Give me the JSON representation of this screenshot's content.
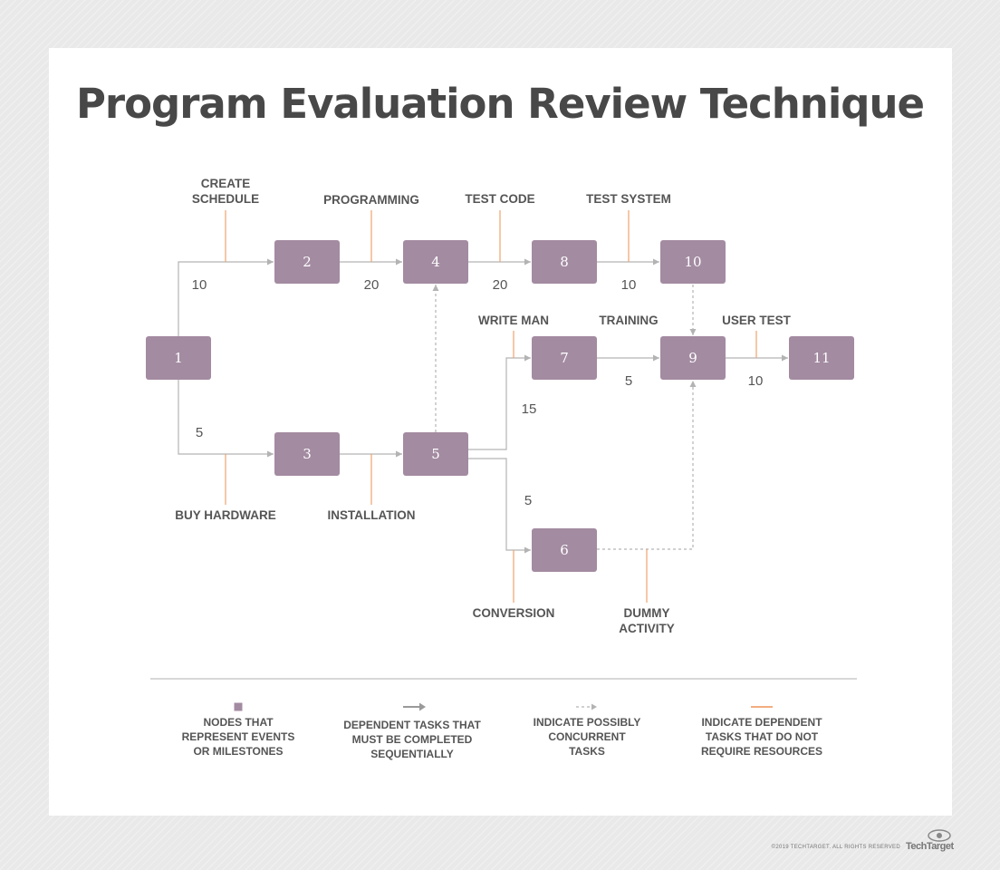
{
  "title": "Program Evaluation Review Technique",
  "nodes": [
    {
      "id": "1",
      "label": "1"
    },
    {
      "id": "2",
      "label": "2"
    },
    {
      "id": "3",
      "label": "3"
    },
    {
      "id": "4",
      "label": "4"
    },
    {
      "id": "5",
      "label": "5"
    },
    {
      "id": "6",
      "label": "6"
    },
    {
      "id": "7",
      "label": "7"
    },
    {
      "id": "8",
      "label": "8"
    },
    {
      "id": "9",
      "label": "9"
    },
    {
      "id": "10",
      "label": "10"
    },
    {
      "id": "11",
      "label": "11"
    }
  ],
  "tasks": [
    {
      "from": "1",
      "to": "2",
      "name": "CREATE\nSCHEDULE",
      "duration": "10"
    },
    {
      "from": "2",
      "to": "4",
      "name": "PROGRAMMING",
      "duration": "20"
    },
    {
      "from": "4",
      "to": "8",
      "name": "TEST CODE",
      "duration": "20"
    },
    {
      "from": "8",
      "to": "10",
      "name": "TEST SYSTEM",
      "duration": "10"
    },
    {
      "from": "1",
      "to": "3",
      "name": "BUY HARDWARE",
      "duration": "5"
    },
    {
      "from": "3",
      "to": "5",
      "name": "INSTALLATION",
      "duration": ""
    },
    {
      "from": "5",
      "to": "7",
      "name": "WRITE MAN",
      "duration": "15"
    },
    {
      "from": "5",
      "to": "6",
      "name": "CONVERSION",
      "duration": "5"
    },
    {
      "from": "7",
      "to": "9",
      "name": "TRAINING",
      "duration": "5"
    },
    {
      "from": "9",
      "to": "11",
      "name": "USER TEST",
      "duration": "10"
    },
    {
      "from": "6",
      "to": "9",
      "name": "DUMMY\nACTIVITY",
      "duration": ""
    }
  ],
  "legend": [
    {
      "icon": "node-square-icon",
      "text": "NODES THAT\nREPRESENT EVENTS\nOR MILESTONES"
    },
    {
      "icon": "solid-arrow-icon",
      "text": "DEPENDENT TASKS THAT\nMUST BE COMPLETED\nSEQUENTIALLY"
    },
    {
      "icon": "dashed-arrow-icon",
      "text": "INDICATE POSSIBLY\nCONCURRENT\nTASKS"
    },
    {
      "icon": "orange-line-icon",
      "text": "INDICATE DEPENDENT\nTASKS THAT DO NOT\nREQUIRE RESOURCES"
    }
  ],
  "footer": "©2019 TECHTARGET. ALL RIGHTS RESERVED",
  "brand": "TechTarget",
  "colors": {
    "node": "#a38ba1",
    "edge": "#b3b3b3",
    "orange": "#f0a36e",
    "text": "#555555",
    "title": "#484848"
  }
}
